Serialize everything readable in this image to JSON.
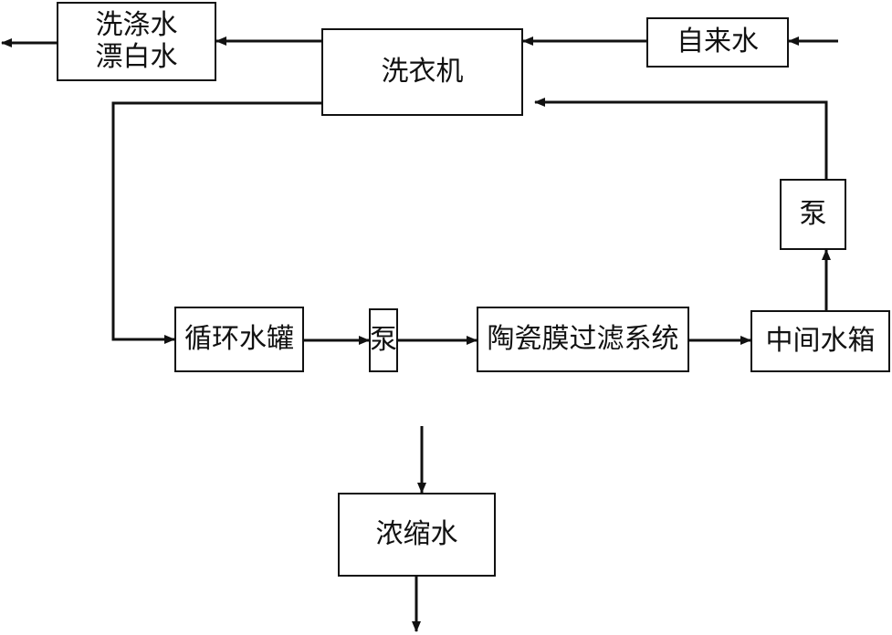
{
  "nodes": {
    "wash_water_line1": "洗涤水",
    "wash_water_line2": "漂白水",
    "washing_machine": "洗衣机",
    "tap_water": "自来水",
    "pump_top": "泵",
    "circ_tank": "循环水罐",
    "pump_mid": "泵",
    "ceramic_filter": "陶瓷膜过滤系统",
    "intermediate_tank": "中间水箱",
    "concentrate": "浓缩水"
  },
  "colors": {
    "line": "#111111",
    "box_border": "#111111",
    "background": "#ffffff"
  }
}
